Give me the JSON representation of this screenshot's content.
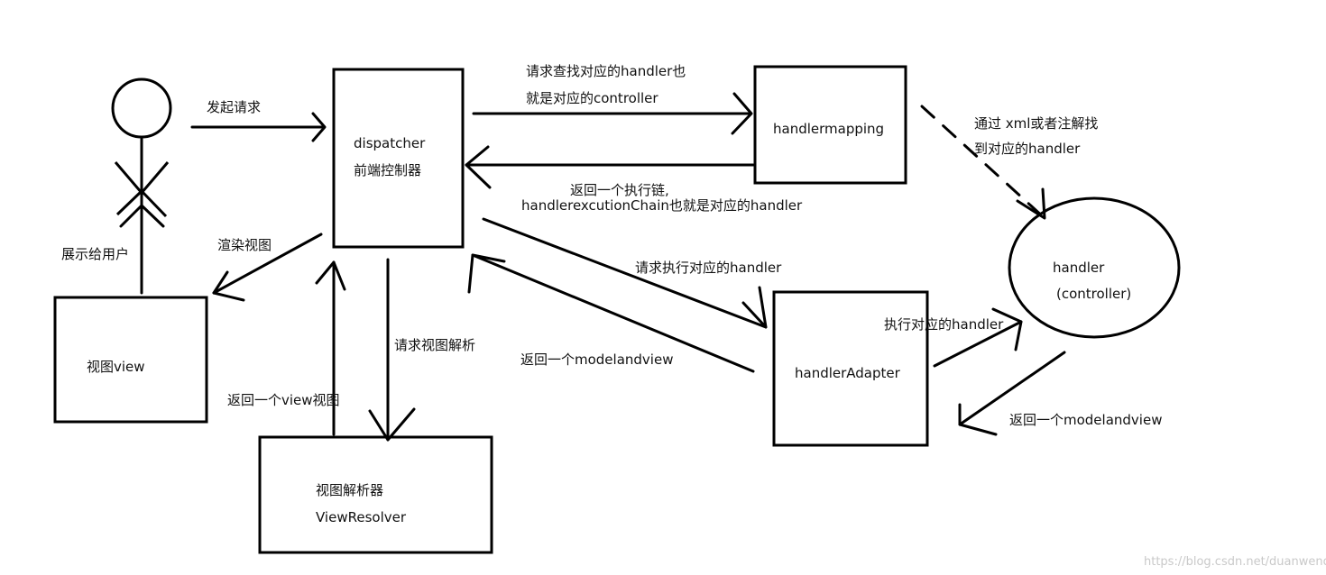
{
  "nodes": {
    "dispatcher": {
      "line1": "dispatcher",
      "line2": "前端控制器"
    },
    "handlermapping": {
      "label": "handlermapping"
    },
    "handler": {
      "line1": "handler",
      "line2": "(controller)"
    },
    "handlerAdapter": {
      "label": "handlerAdapter"
    },
    "view": {
      "label": "视图view"
    },
    "viewresolver": {
      "line1": "视图解析器",
      "line2": "ViewResolver"
    }
  },
  "edges": {
    "send_request": "发起请求",
    "find_handler": {
      "line1": "请求查找对应的handler也",
      "line2": "就是对应的controller"
    },
    "via_xml": {
      "line1": "通过 xml或者注解找",
      "line2": "到对应的handler"
    },
    "return_chain": {
      "line1": "返回一个执行链,",
      "line2": "handlerexcutionChain也就是对应的handler"
    },
    "execute_request": "请求执行对应的handler",
    "execute_handler": "执行对应的handler",
    "return_mav_handler": "返回一个modelandview",
    "return_mav_adapter": "返回一个modelandview",
    "render_view": "渲染视图",
    "show_user": "展示给用户",
    "request_resolve": "请求视图解析",
    "return_view": "返回一个view视图"
  },
  "watermark": "https://blog.csdn.net/duanwendi"
}
